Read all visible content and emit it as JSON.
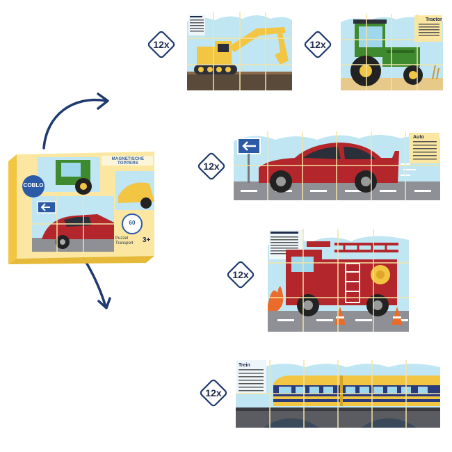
{
  "badges": {
    "excavator": "12x",
    "tractor": "12x",
    "car": "12x",
    "firetruck": "12x",
    "train": "12x"
  },
  "panels": {
    "tractor_label": "Tractor",
    "car_label": "Auto",
    "train_label": "Trein"
  },
  "box": {
    "brand": "COBLO",
    "title": "MAGNETISCHE TOPPERS",
    "count": "60",
    "subtitle_line1": "Puzzel",
    "subtitle_line2": "Transport",
    "age": "3+"
  },
  "colors": {
    "arrow": "#1e3a6e",
    "badge_border": "#1e3a6e",
    "sky": "#bfe6f2",
    "road": "#8e9096"
  }
}
